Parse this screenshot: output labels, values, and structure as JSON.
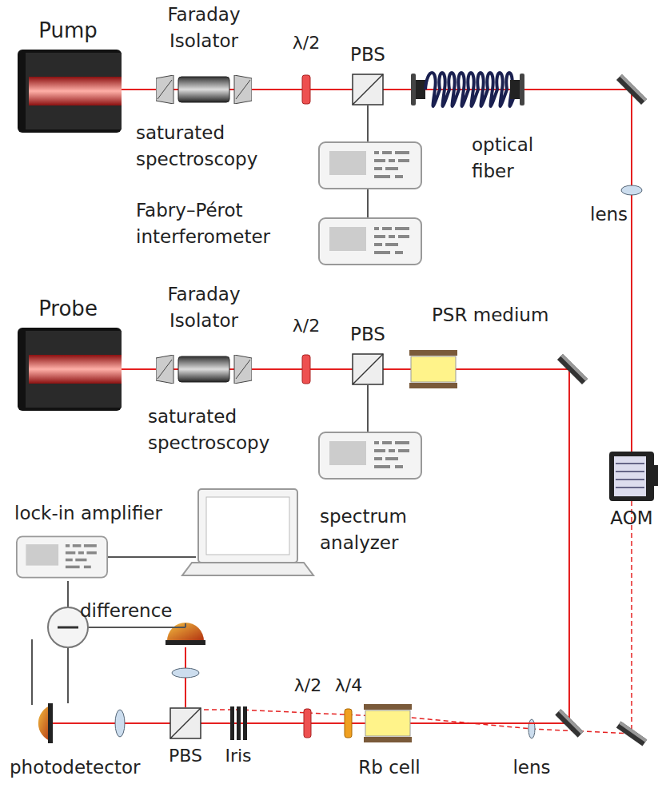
{
  "diagram": {
    "labels": [
      "Pump",
      "Faraday Isolator",
      "λ/2",
      "PBS",
      "saturated spectroscopy",
      "Fabry–Pérot interferometer",
      "optical fiber",
      "lens",
      "Probe",
      "Faraday Isolator",
      "λ/2",
      "PBS",
      "PSR medium",
      "saturated spectroscopy",
      "AOM",
      "lock-in amplifier",
      "spectrum analyzer",
      "difference",
      "PBS",
      "Iris",
      "λ/2",
      "λ/4",
      "photodetector",
      "Rb cell",
      "lens"
    ]
  }
}
